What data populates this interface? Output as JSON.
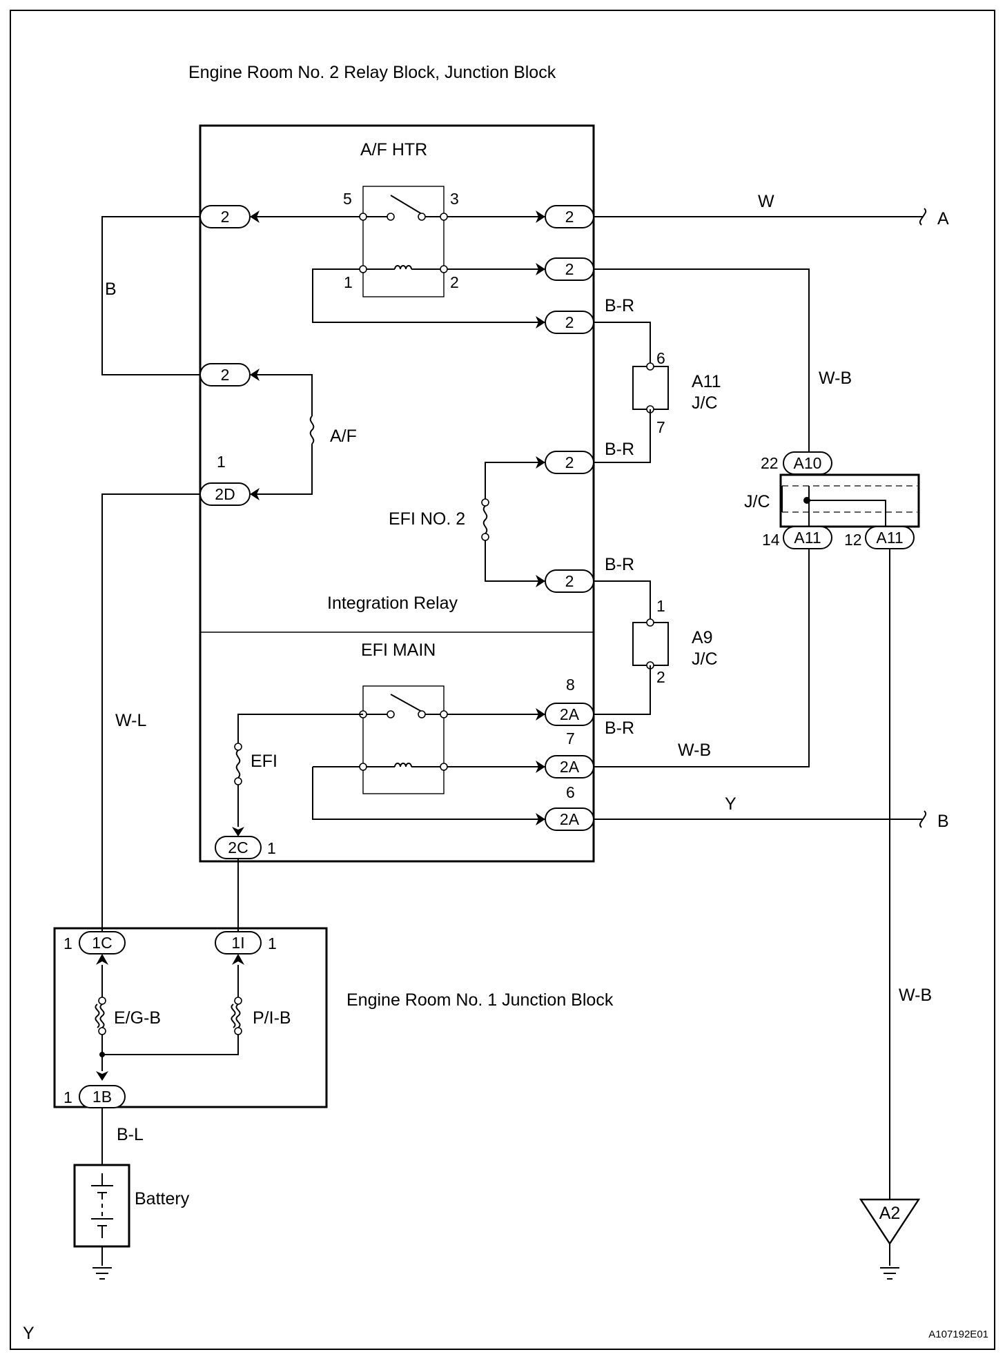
{
  "blocks": {
    "relay_block": "Engine Room No. 2 Relay Block, Junction Block",
    "junction_block_1": "Engine Room No. 1 Junction Block",
    "integration_relay": "Integration Relay"
  },
  "components": {
    "af_htr": "A/F HTR",
    "efi_main": "EFI MAIN",
    "fuse_af": "A/F",
    "fuse_efi2": "EFI NO. 2",
    "fuse_efi": "EFI",
    "fuse_egb": "E/G-B",
    "fuse_pib": "P/I-B",
    "battery": "Battery",
    "a11_name": "A11",
    "a9_name": "A9",
    "jc": "J/C",
    "ground_a2": "A2"
  },
  "connectors": {
    "c2": "2",
    "c2d": "2D",
    "c2a": "2A",
    "c2c": "2C",
    "c1c": "1C",
    "c1i": "1I",
    "c1b": "1B",
    "a10": "A10",
    "a11": "A11"
  },
  "wire_colors": {
    "w": "W",
    "b": "B",
    "br": "B-R",
    "wb": "W-B",
    "wl": "W-L",
    "y": "Y",
    "bl": "B-L"
  },
  "pins": {
    "p1": "1",
    "p2": "2",
    "p3": "3",
    "p5": "5",
    "p6": "6",
    "p7": "7",
    "p8": "8",
    "p12": "12",
    "p14": "14",
    "p22": "22"
  },
  "continuations": {
    "a": "A",
    "b": "B"
  },
  "footer": {
    "corner": "Y",
    "figure_id": "A107192E01"
  }
}
